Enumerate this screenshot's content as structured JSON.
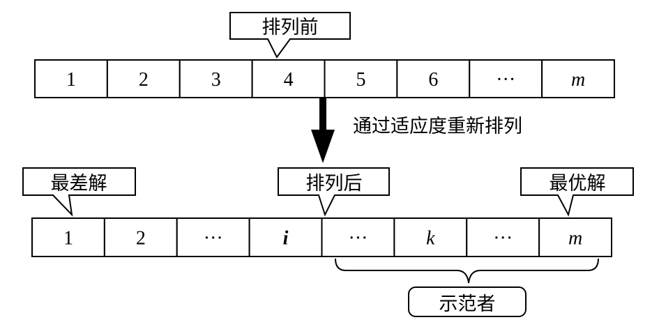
{
  "before_row": {
    "callout": "排列前",
    "cells": [
      {
        "text": "1",
        "style": "normal"
      },
      {
        "text": "2",
        "style": "normal"
      },
      {
        "text": "3",
        "style": "normal"
      },
      {
        "text": "4",
        "style": "normal"
      },
      {
        "text": "5",
        "style": "normal"
      },
      {
        "text": "6",
        "style": "normal"
      },
      {
        "text": "···",
        "style": "normal"
      },
      {
        "text": "m",
        "style": "italic"
      }
    ]
  },
  "arrow_caption": "通过适应度重新排列",
  "after_row": {
    "callouts": {
      "worst": "最差解",
      "after": "排列后",
      "best": "最优解"
    },
    "cells": [
      {
        "text": "1",
        "style": "normal"
      },
      {
        "text": "2",
        "style": "normal"
      },
      {
        "text": "···",
        "style": "normal"
      },
      {
        "text": "i",
        "style": "bold-italic"
      },
      {
        "text": "···",
        "style": "normal"
      },
      {
        "text": "k",
        "style": "italic"
      },
      {
        "text": "···",
        "style": "normal"
      },
      {
        "text": "m",
        "style": "italic"
      }
    ]
  },
  "brace_label": "示范者"
}
